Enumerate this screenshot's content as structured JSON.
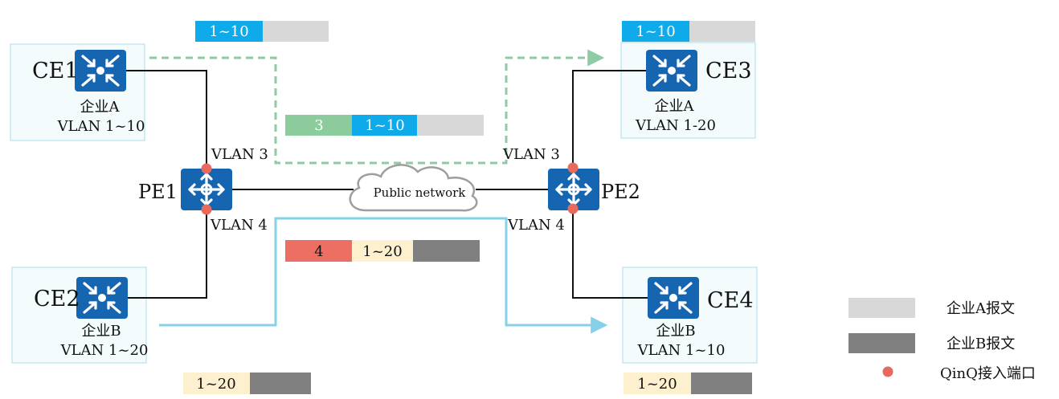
{
  "colors": {
    "green_path": "#8ecba4",
    "blue_path": "#86d0e8",
    "tag_blue": "#0eaaea",
    "tag_green": "#8ccb9b",
    "tag_red": "#ed6e62",
    "tag_cream": "#fdf0cf",
    "light_gray": "#d8d8d8",
    "dark_gray": "#808080",
    "device_blue": "#1565b0",
    "port_red": "#e86a5c",
    "box_border": "#a8dcec",
    "box_fill": "#f3fbfd"
  },
  "ce1": {
    "name": "CE1",
    "company": "企业A",
    "vlan": "VLAN 1~10"
  },
  "ce2": {
    "name": "CE2",
    "company": "企业B",
    "vlan": "VLAN 1~20"
  },
  "ce3": {
    "name": "CE3",
    "company": "企业A",
    "vlan": "VLAN 1-20"
  },
  "ce4": {
    "name": "CE4",
    "company": "企业B",
    "vlan": "VLAN 1~10"
  },
  "pe1": {
    "name": "PE1",
    "vlan_top": "VLAN 3",
    "vlan_bottom": "VLAN 4"
  },
  "pe2": {
    "name": "PE2",
    "vlan_top": "VLAN 3",
    "vlan_bottom": "VLAN 4"
  },
  "cloud": {
    "label": "Public network"
  },
  "frames": {
    "top_left": {
      "inner": "1~10"
    },
    "top_right": {
      "inner": "1~10"
    },
    "middle_a": {
      "outer": "3",
      "inner": "1~10"
    },
    "middle_b": {
      "outer": "4",
      "inner": "1~20"
    },
    "bottom_left": {
      "inner": "1~20"
    },
    "bottom_right": {
      "inner": "1~20"
    }
  },
  "legend": {
    "company_a": "企业A报文",
    "company_b": "企业B报文",
    "qinq_port": "QinQ接入端口"
  }
}
